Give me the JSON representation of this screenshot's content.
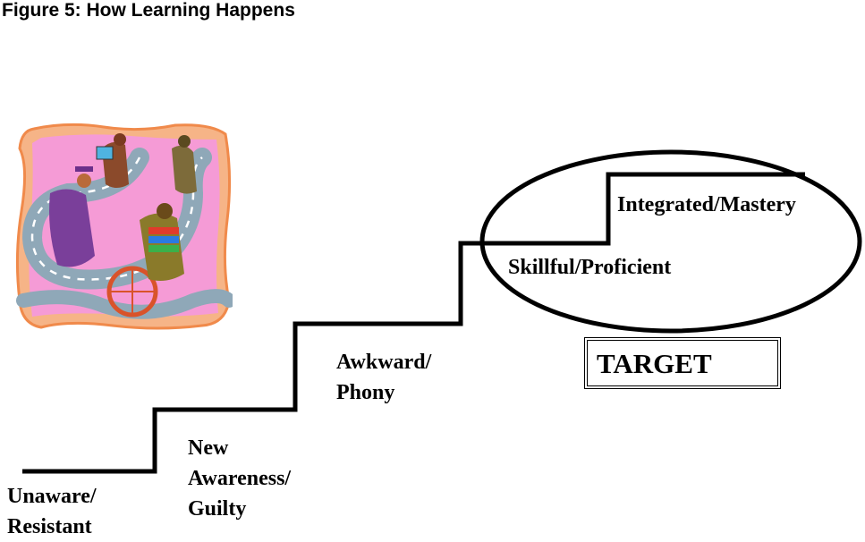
{
  "title": "Figure 5:  How Learning Happens",
  "stages": [
    {
      "line1": "Unaware/",
      "line2": "Resistant"
    },
    {
      "line1": "New",
      "line2": "Awareness/",
      "line3": "Guilty"
    },
    {
      "line1": "Awkward/",
      "line2": "Phony"
    },
    {
      "line1": "Skillful/Proficient"
    },
    {
      "line1": "Integrated/Mastery"
    }
  ],
  "target_label": "TARGET",
  "icons": {
    "clipart": "learning-journey-illustration-icon"
  }
}
